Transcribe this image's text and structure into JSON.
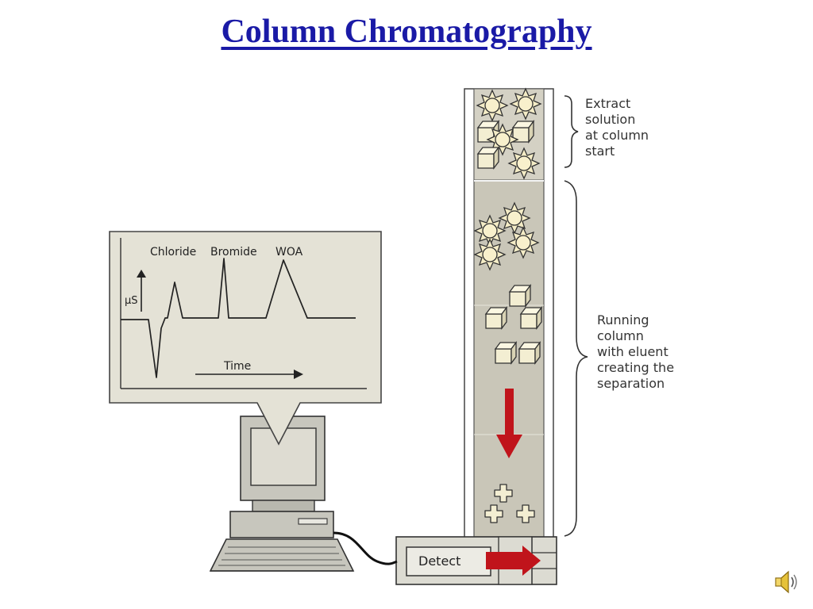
{
  "slide": {
    "title": "Column Chromatography"
  },
  "labels": {
    "extract": "Extract\nsolution\nat column\nstart",
    "running": "Running\ncolumn\nwith eluent\ncreating the\nseparation",
    "detect": "Detect"
  },
  "chromatogram": {
    "peaks": [
      "Chloride",
      "Bromide",
      "WOA"
    ],
    "y_axis_label": "µS",
    "x_axis_label": "Time"
  },
  "colors": {
    "title": "#1a1aa6",
    "panel_fill": "#e4e2d6",
    "column_fill": "#c9c6b8",
    "arrow_red": "#c0141b",
    "particle_fill": "#f3eed2"
  },
  "icons": {
    "speaker": "speaker-icon"
  }
}
